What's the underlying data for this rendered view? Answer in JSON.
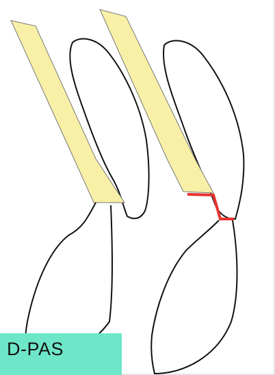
{
  "label": {
    "text": "D-PAS"
  },
  "colors": {
    "crown": "#f7f0a6",
    "outline": "#111111",
    "defect": "#e8322c",
    "badge": "#6ee7c8",
    "background": "#ffffff"
  },
  "figures": [
    {
      "name": "left-tooth-section",
      "has_defect_marker": false
    },
    {
      "name": "right-tooth-section",
      "has_defect_marker": true
    }
  ]
}
